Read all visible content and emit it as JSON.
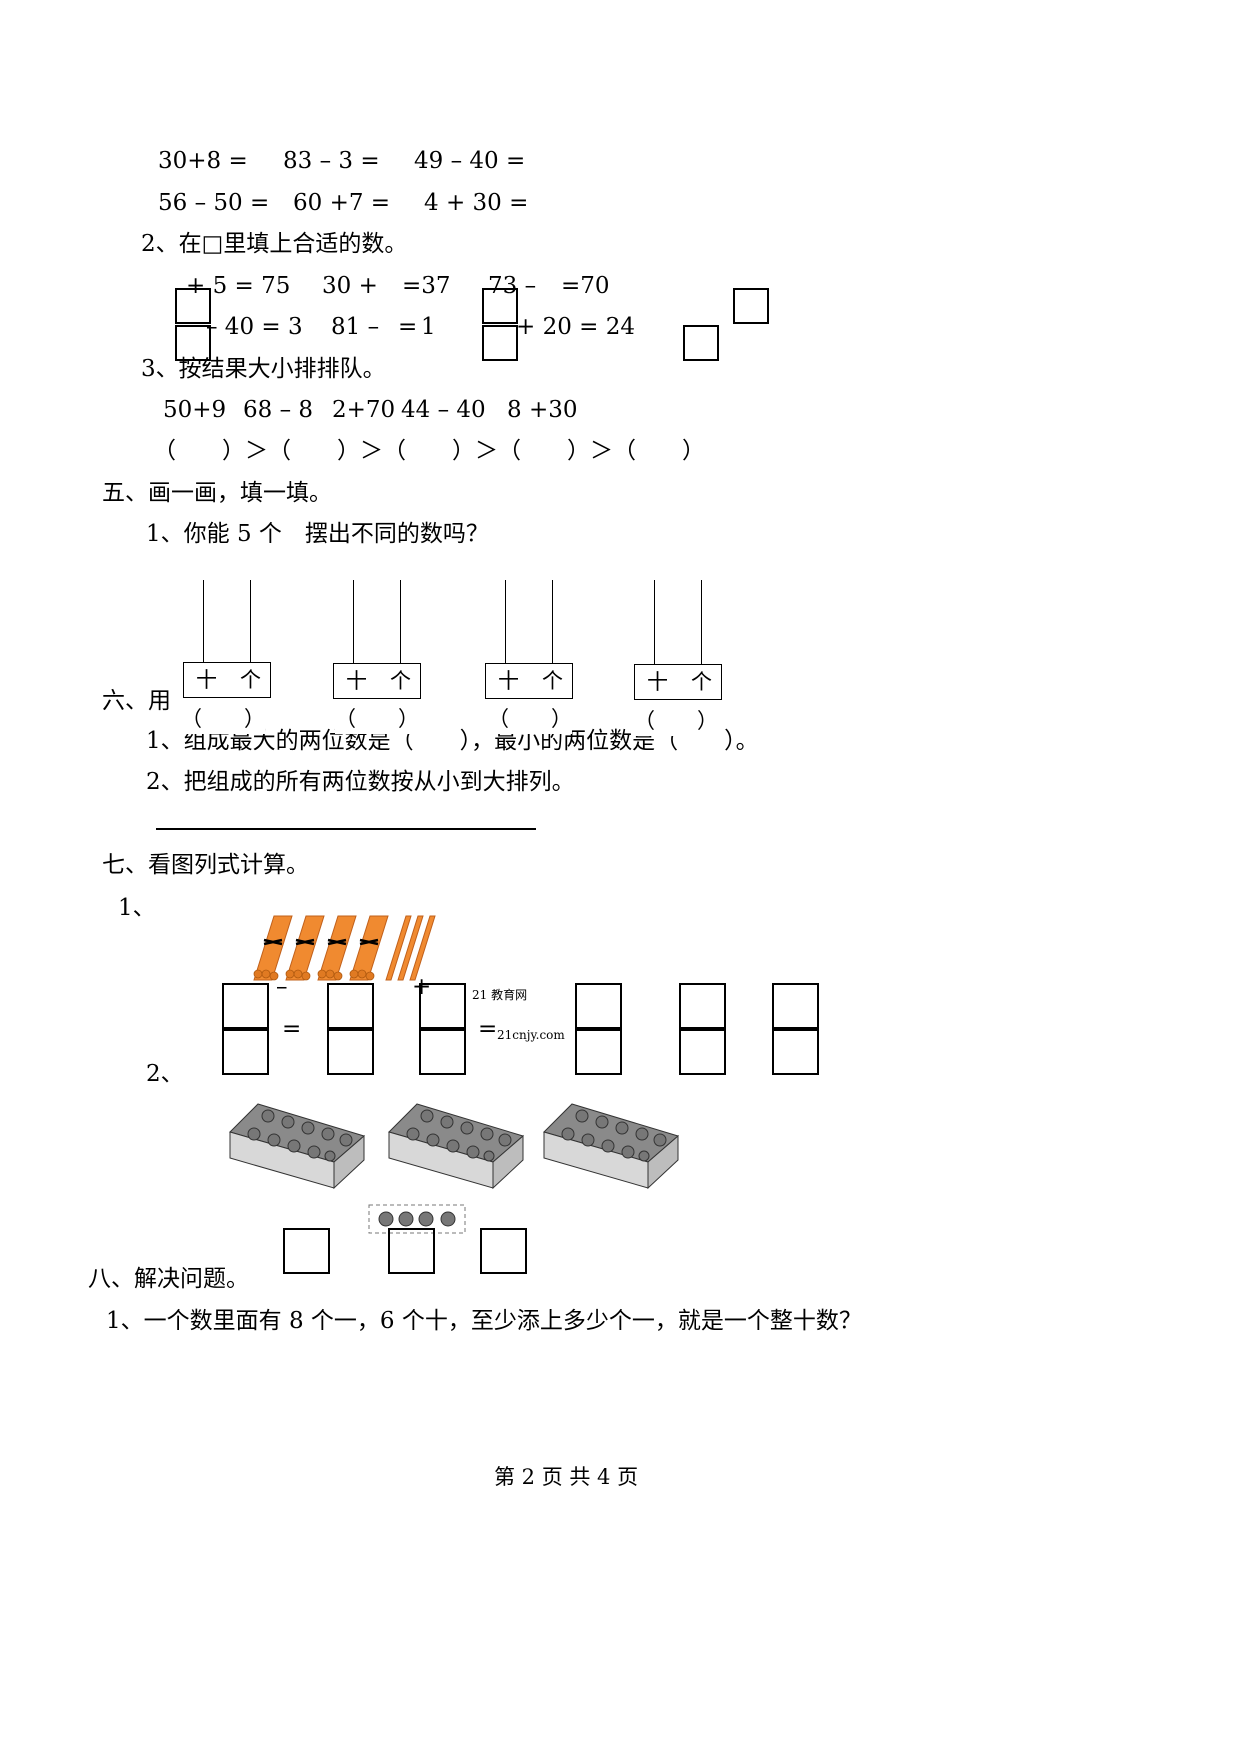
{
  "section4": {
    "oral": [
      [
        "30+8 =",
        "83 – 3 =",
        "49 – 40 ="
      ],
      [
        "56 – 50 =",
        "60 +7 =",
        "4 + 30 ="
      ]
    ],
    "q2_title": "2、在□里填上合适的数。",
    "q2_row1": [
      "+ 5 = 75",
      "30 +",
      "=37",
      "73 –",
      "=70"
    ],
    "q2_row2": [
      "– 40 = 3",
      "81 –",
      "=",
      "1",
      "+ 20 = 24"
    ],
    "q3_title": "3、按结果大小排排队。",
    "q3_exprs": [
      "50+9",
      "68 – 8",
      "2+70",
      "44 – 40",
      "8 +30"
    ],
    "q3_order": "（　　）＞（　　）＞（　　）＞（　　）＞（　　）"
  },
  "section5": {
    "title": "五、画一画，填一填。",
    "q1": "1、你能 5 个　摆出不同的数吗？",
    "abacus_tens": "十",
    "abacus_ones": "个",
    "abacus_blank": "（　　）"
  },
  "section6": {
    "title": "六、用",
    "q1": "1、组成最大的两位数是（　　），最小的两位数是（　　）。",
    "q2": "2、把组成的所有两位数按从小到大排列。"
  },
  "section7": {
    "title": "七、看图列式计算。",
    "q1_label": "1、",
    "q2_label": "2、",
    "minus": "–",
    "plus": "+",
    "eq": "=",
    "wm1": "21 教育网",
    "wm2": "21cnjy.com"
  },
  "section8": {
    "title": "八、解决问题。",
    "q1": "1、一个数里面有 8 个一，6 个十，至少添上多少个一，就是一个整十数？"
  },
  "footer": {
    "page": "第 2 页 共 4 页"
  }
}
